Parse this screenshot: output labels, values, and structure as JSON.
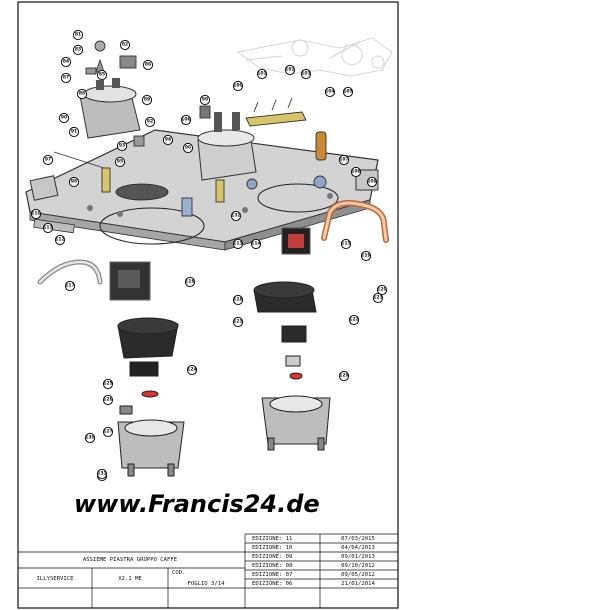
{
  "website_text": "www.Francis24.de",
  "callouts": [
    "81",
    "82",
    "83",
    "84",
    "85",
    "86",
    "87",
    "88",
    "89",
    "90",
    "91",
    "92",
    "93",
    "94",
    "95",
    "96",
    "97",
    "98",
    "99",
    "100",
    "101",
    "102",
    "103",
    "104",
    "105",
    "106",
    "107",
    "108",
    "109",
    "110",
    "111",
    "112",
    "113",
    "114",
    "115",
    "116",
    "117",
    "118",
    "119",
    "120",
    "121",
    "122",
    "123",
    "124",
    "125",
    "126",
    "127",
    "128",
    "129",
    "130",
    "131",
    "132"
  ],
  "title_block": {
    "assembly_title": "ASSIEME PIASTRA GRUPPO CAFFE",
    "brand": "ILLYSERVICE",
    "model": "X2.1 ME",
    "code_label": "COD.",
    "sheet": "FOGLIO 3/14",
    "editions": [
      {
        "label": "EDIZIONE: 11",
        "date": "07/03/2015"
      },
      {
        "label": "EDIZIONE: 10",
        "date": "04/04/2013"
      },
      {
        "label": "EDIZIONE: 09",
        "date": "09/01/2013"
      },
      {
        "label": "EDIZIONE: 08",
        "date": "09/10/2012"
      },
      {
        "label": "EDIZIONE: 07",
        "date": "09/05/2012"
      },
      {
        "label": "EDIZIONE: 06",
        "date": "21/01/2014"
      }
    ]
  }
}
